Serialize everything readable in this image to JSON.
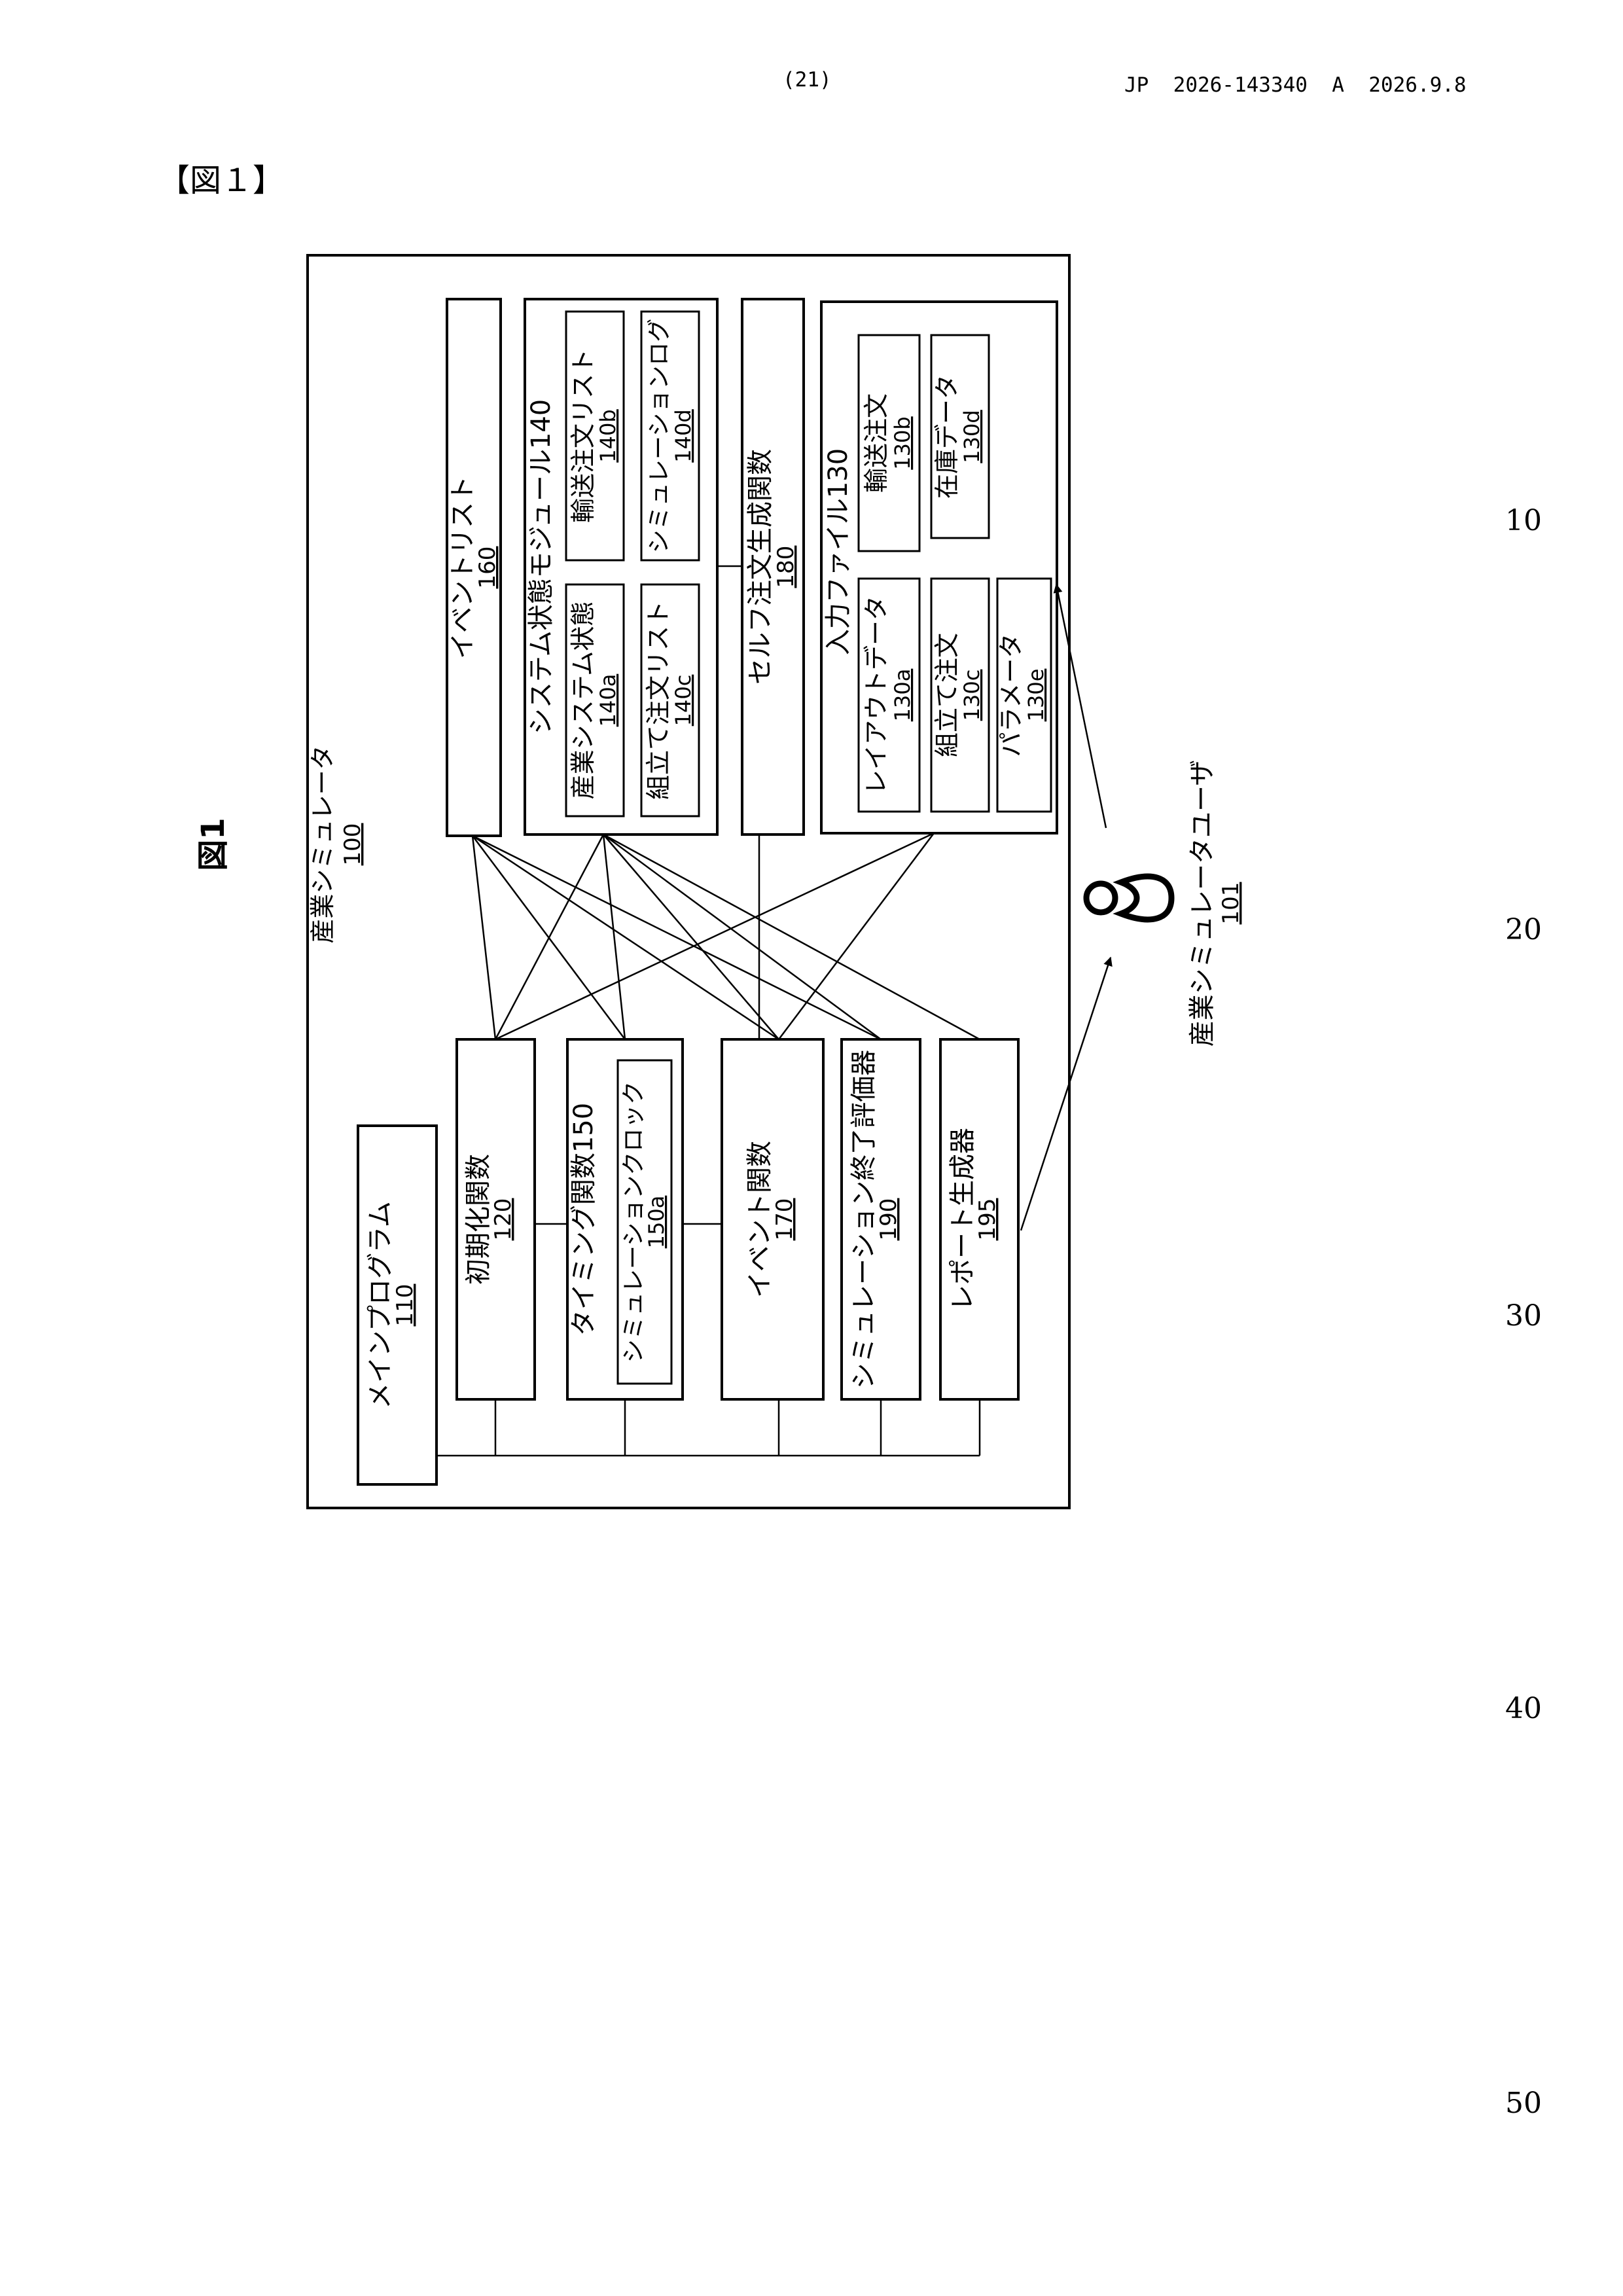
{
  "header": {
    "page_number": "(21)",
    "publication": "JP  2026-143340  A  2026.9.8"
  },
  "figure_tag": "【図１】",
  "line_numbers": [
    "10",
    "20",
    "30",
    "40",
    "50"
  ],
  "figure": {
    "figure_label": "図1",
    "simulator": {
      "label": "産業シミュレータ",
      "number": "100"
    },
    "event_list": {
      "label": "イベントリスト",
      "number": "160"
    },
    "state_module": {
      "label": "システム状態モジュール140",
      "items": [
        {
          "label": "産業システム状態",
          "number": "140a"
        },
        {
          "label": "輸送注文リスト",
          "number": "140b"
        },
        {
          "label": "組立て注文リスト",
          "number": "140c"
        },
        {
          "label": "シミュレーションログ",
          "number": "140d"
        }
      ]
    },
    "self_order": {
      "label": "セルフ注文生成関数",
      "number": "180"
    },
    "input_file": {
      "label": "入力ファイル130",
      "items": [
        {
          "label": "レイアウトデータ",
          "number": "130a"
        },
        {
          "label": "輸送注文",
          "number": "130b"
        },
        {
          "label": "組立て注文",
          "number": "130c"
        },
        {
          "label": "在庫データ",
          "number": "130d"
        },
        {
          "label": "パラメータ",
          "number": "130e"
        }
      ]
    },
    "main_program": {
      "label": "メインプログラム",
      "number": "110"
    },
    "init_function": {
      "label": "初期化関数",
      "number": "120"
    },
    "timing_function": {
      "label": "タイミング関数150",
      "number": ""
    },
    "sim_clock": {
      "label": "シミュレーションクロック",
      "number": "150a"
    },
    "event_function": {
      "label": "イベント関数",
      "number": "170"
    },
    "end_evaluator": {
      "label": "シミュレーション終了評価器",
      "number": "190"
    },
    "report_generator": {
      "label": "レポート生成器",
      "number": "195"
    },
    "user": {
      "label": "産業シミュレータユーザ",
      "number": "101"
    }
  }
}
